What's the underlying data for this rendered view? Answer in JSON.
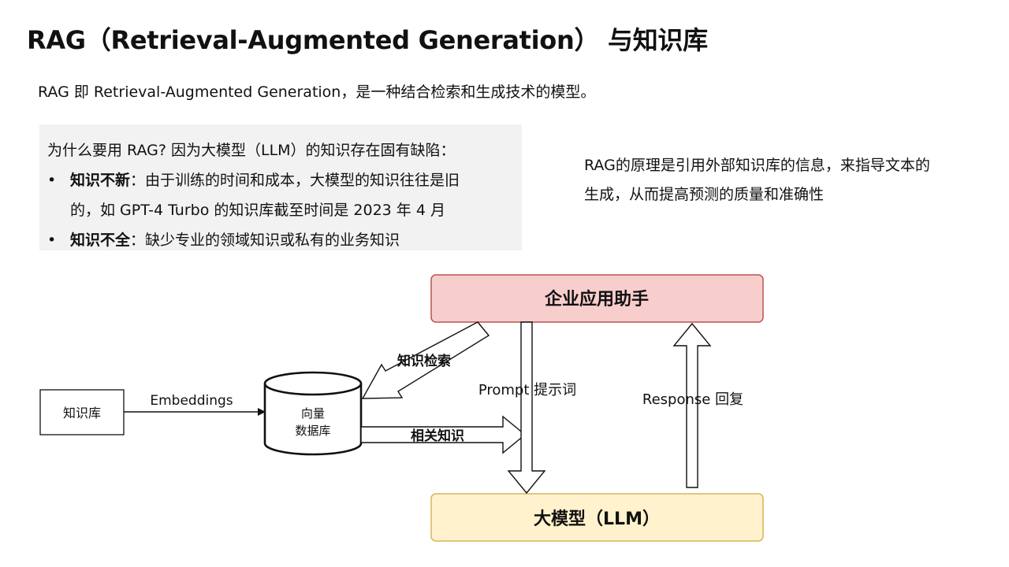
{
  "title": "RAG（Retrieval-Augmented Generation） 与知识库",
  "intro": "RAG 即 Retrieval-Augmented Generation，是一种结合检索和生成技术的模型。",
  "why": {
    "question": "为什么要用 RAG? 因为大模型（LLM）的知识存在固有缺陷：",
    "bullets": [
      {
        "term": "知识不新",
        "text": "：由于训练的时间和成本，大模型的知识往往是旧",
        "cont": "的，如 GPT-4 Turbo 的知识库截至时间是 2023 年 4 月"
      },
      {
        "term": "知识不全",
        "text": "：缺少专业的领域知识或私有的业务知识",
        "cont": ""
      }
    ]
  },
  "principle": "RAG的原理是引用外部知识库的信息，来指导文本的生成，从而提高预测的质量和准确性",
  "diagram": {
    "knowledge_base": "知识库",
    "embeddings": "Embeddings",
    "vector_db_line1": "向量",
    "vector_db_line2": "数据库",
    "retrieval": "知识检索",
    "relevant": "相关知识",
    "app": "企业应用助手",
    "prompt": "Prompt  提示词",
    "response": "Response  回复",
    "llm": "大模型（LLM）",
    "colors": {
      "app_fill": "#f8cecc",
      "app_stroke": "#b85450",
      "llm_fill": "#fff2cc",
      "llm_stroke": "#d6b656"
    }
  }
}
